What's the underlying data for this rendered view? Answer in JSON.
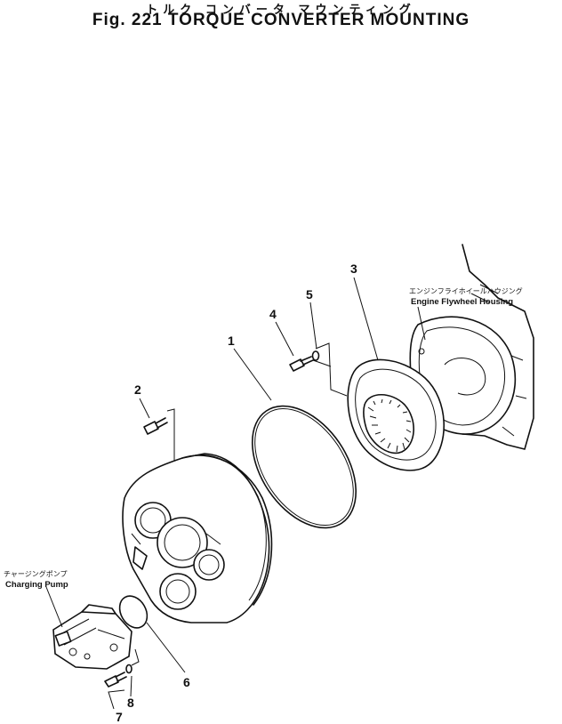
{
  "figure": {
    "title_jp": "トルク コンバータ マウンティング",
    "title": "Fig. 221 TORQUE CONVERTER MOUNTING"
  },
  "labels": {
    "flywheel_housing_jp": "エンジンフライホイールハウジング",
    "flywheel_housing": "Engine Flywheel Housing",
    "charging_pump_jp": "チャージングポンプ",
    "charging_pump": "Charging Pump"
  },
  "callouts": [
    "1",
    "2",
    "3",
    "4",
    "5",
    "6",
    "7",
    "8"
  ]
}
